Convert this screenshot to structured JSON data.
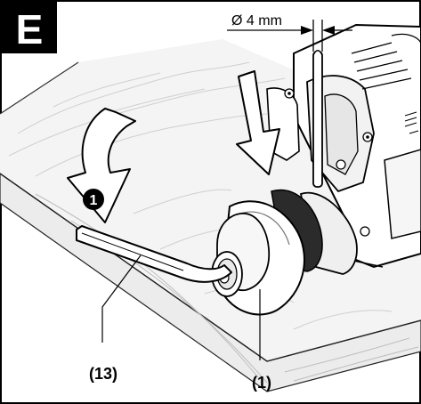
{
  "figure": {
    "letter": "E",
    "dimension_label": "Ø 4 mm",
    "step_marker": "1",
    "callouts": [
      {
        "label": "(13)"
      },
      {
        "label": "(1)"
      }
    ]
  }
}
